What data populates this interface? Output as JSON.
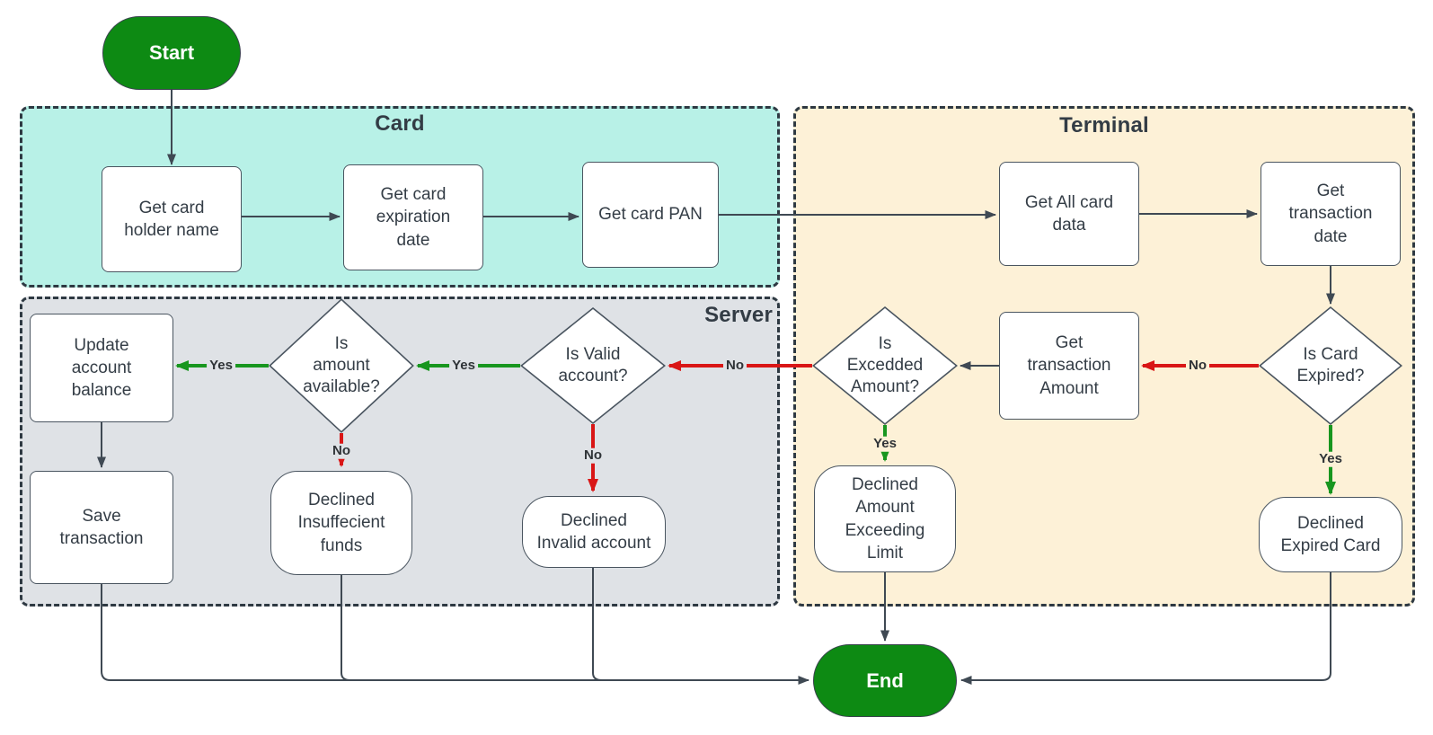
{
  "colors": {
    "card_fill": "#b8f1e7",
    "terminal_fill": "#fdf1d7",
    "server_fill": "#dfe2e6",
    "node_green": "#0d8a13",
    "arrow_green": "#18961f",
    "arrow_red": "#d91616",
    "line_dark": "#3f4953"
  },
  "containers": {
    "card": {
      "title": "Card"
    },
    "terminal": {
      "title": "Terminal"
    },
    "server": {
      "title": "Server"
    }
  },
  "nodes": {
    "start": {
      "label": "Start",
      "type": "terminator"
    },
    "end": {
      "label": "End",
      "type": "terminator"
    },
    "get_card_holder_name": {
      "label": "Get card\nholder name",
      "type": "process",
      "container": "card"
    },
    "get_card_expiration_date": {
      "label": "Get card\nexpiration\ndate",
      "type": "process",
      "container": "card"
    },
    "get_card_pan": {
      "label": "Get card PAN",
      "type": "process",
      "container": "card"
    },
    "get_all_card_data": {
      "label": "Get All card\ndata",
      "type": "process",
      "container": "terminal"
    },
    "get_transaction_date": {
      "label": "Get\ntransaction\ndate",
      "type": "process",
      "container": "terminal"
    },
    "is_card_expired": {
      "label": "Is Card\nExpired?",
      "type": "decision",
      "container": "terminal"
    },
    "get_transaction_amount": {
      "label": "Get\ntransaction\nAmount",
      "type": "process",
      "container": "terminal"
    },
    "is_excedded_amount": {
      "label": "Is\nExcedded\nAmount?",
      "type": "decision",
      "container": "terminal"
    },
    "declined_amount_exceeding_limit": {
      "label": "Declined\nAmount\nExceeding\nLimit",
      "type": "rounded",
      "container": "terminal"
    },
    "declined_expired_card": {
      "label": "Declined\nExpired Card",
      "type": "rounded",
      "container": "terminal"
    },
    "is_valid_account": {
      "label": "Is Valid\naccount?",
      "type": "decision",
      "container": "server"
    },
    "declined_invalid_account": {
      "label": "Declined\nInvalid account",
      "type": "rounded",
      "container": "server"
    },
    "is_amount_available": {
      "label": "Is\namount\navailable?",
      "type": "decision",
      "container": "server"
    },
    "declined_insuffecient_funds": {
      "label": "Declined\nInsuffecient\nfunds",
      "type": "rounded",
      "container": "server"
    },
    "update_account_balance": {
      "label": "Update\naccount\nbalance",
      "type": "process",
      "container": "server"
    },
    "save_transaction": {
      "label": "Save\ntransaction",
      "type": "process",
      "container": "server"
    }
  },
  "edges": {
    "start_to_get_card_holder_name": {
      "from": "start",
      "to": "get_card_holder_name",
      "label": "",
      "color": "dark"
    },
    "holder_to_expiration": {
      "from": "get_card_holder_name",
      "to": "get_card_expiration_date",
      "label": "",
      "color": "dark"
    },
    "expiration_to_pan": {
      "from": "get_card_expiration_date",
      "to": "get_card_pan",
      "label": "",
      "color": "dark"
    },
    "pan_to_all_card_data": {
      "from": "get_card_pan",
      "to": "get_all_card_data",
      "label": "",
      "color": "dark"
    },
    "all_card_data_to_transaction_date": {
      "from": "get_all_card_data",
      "to": "get_transaction_date",
      "label": "",
      "color": "dark"
    },
    "transaction_date_to_is_card_expired": {
      "from": "get_transaction_date",
      "to": "is_card_expired",
      "label": "",
      "color": "dark"
    },
    "is_card_expired_no": {
      "from": "is_card_expired",
      "to": "get_transaction_amount",
      "label": "No",
      "color": "red"
    },
    "is_card_expired_yes": {
      "from": "is_card_expired",
      "to": "declined_expired_card",
      "label": "Yes",
      "color": "green"
    },
    "transaction_amount_to_is_excedded": {
      "from": "get_transaction_amount",
      "to": "is_excedded_amount",
      "label": "",
      "color": "dark"
    },
    "is_excedded_no": {
      "from": "is_excedded_amount",
      "to": "is_valid_account",
      "label": "No",
      "color": "red"
    },
    "is_excedded_yes": {
      "from": "is_excedded_amount",
      "to": "declined_amount_exceeding_limit",
      "label": "Yes",
      "color": "green"
    },
    "is_valid_yes": {
      "from": "is_valid_account",
      "to": "is_amount_available",
      "label": "Yes",
      "color": "green"
    },
    "is_valid_no": {
      "from": "is_valid_account",
      "to": "declined_invalid_account",
      "label": "No",
      "color": "red"
    },
    "is_amount_available_yes": {
      "from": "is_amount_available",
      "to": "update_account_balance",
      "label": "Yes",
      "color": "green"
    },
    "is_amount_available_no": {
      "from": "is_amount_available",
      "to": "declined_insuffecient_funds",
      "label": "No",
      "color": "red"
    },
    "update_to_save": {
      "from": "update_account_balance",
      "to": "save_transaction",
      "label": "",
      "color": "dark"
    },
    "save_transaction_to_end": {
      "from": "save_transaction",
      "to": "end",
      "label": "",
      "color": "dark"
    },
    "declined_insuffecient_to_end": {
      "from": "declined_insuffecient_funds",
      "to": "end",
      "label": "",
      "color": "dark"
    },
    "declined_invalid_to_end": {
      "from": "declined_invalid_account",
      "to": "end",
      "label": "",
      "color": "dark"
    },
    "declined_amount_to_end": {
      "from": "declined_amount_exceeding_limit",
      "to": "end",
      "label": "",
      "color": "dark"
    },
    "declined_expired_to_end": {
      "from": "declined_expired_card",
      "to": "end",
      "label": "",
      "color": "dark"
    }
  }
}
